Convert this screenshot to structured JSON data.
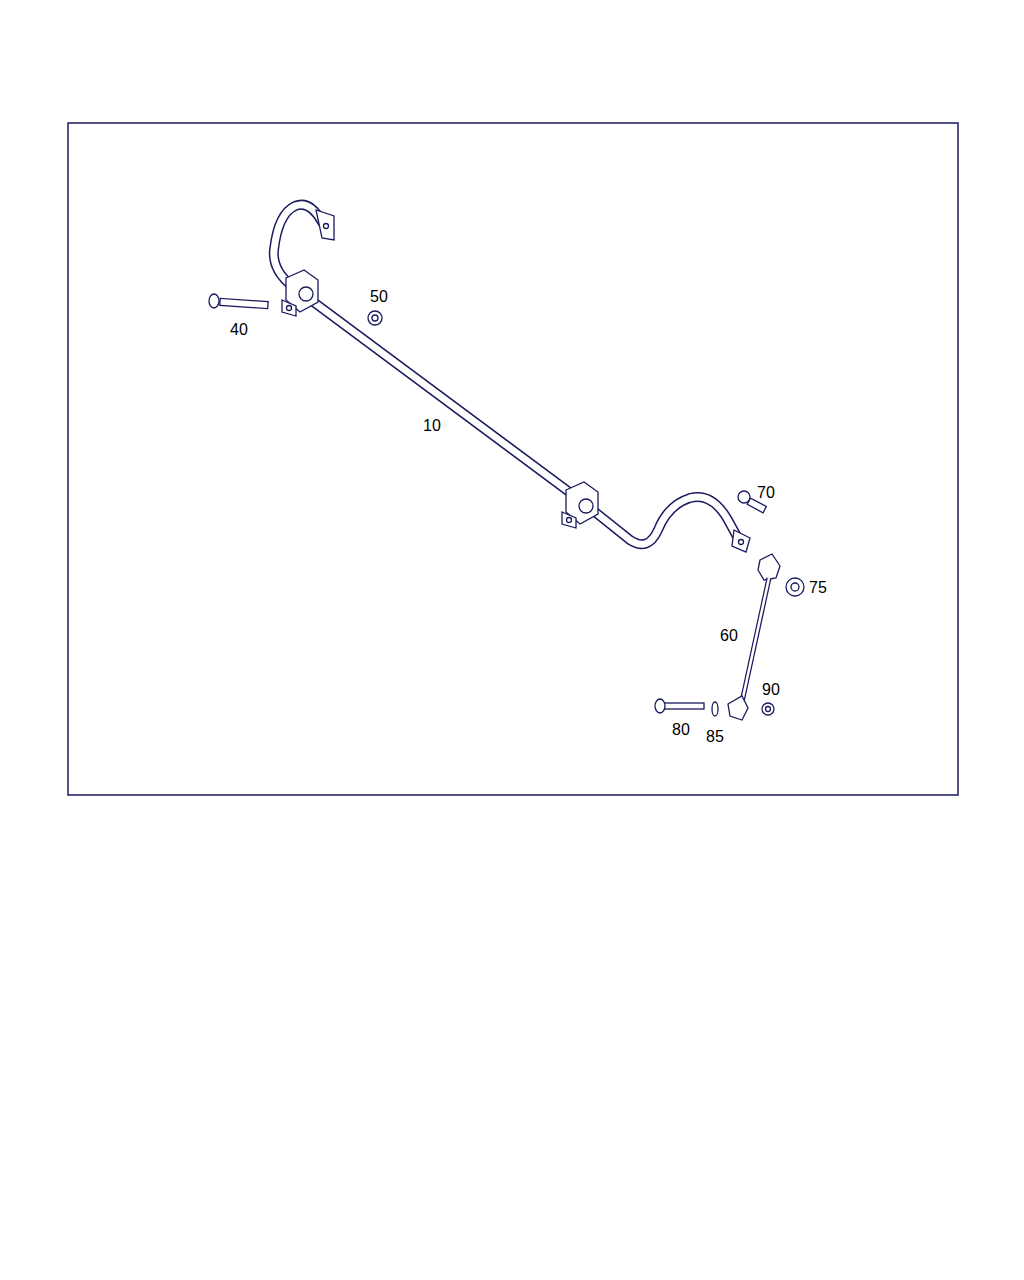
{
  "diagram": {
    "labels": [
      "50",
      "40",
      "10",
      "70",
      "75",
      "60",
      "90",
      "80",
      "85"
    ]
  }
}
